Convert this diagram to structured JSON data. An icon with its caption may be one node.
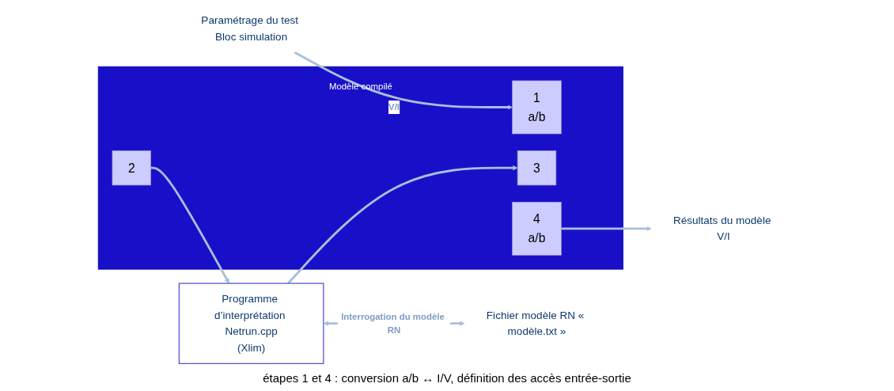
{
  "diagram": {
    "caption": "étapes 1 et 4 : conversion a/b ↔ I/V, définition des accès entrée-sortie",
    "nodes": [
      {
        "text": [
          "Fichier modèle RN « modèle.txt »"
        ]
      },
      {
        "text": [
          "Programme d’interprétation Netrun.cpp",
          "(Xlim)"
        ]
      },
      {
        "text": [
          "Modèle compilé"
        ]
      },
      {
        "text": [
          "1",
          "a/b"
        ],
        "in": 2
      },
      {
        "text": [
          "2"
        ],
        "in": 2
      },
      {
        "text": [
          "3"
        ],
        "in": 2
      },
      {
        "text": [
          "4",
          "a/b"
        ],
        "in": 2
      },
      {
        "text": [
          "Paramétrage du test Bloc simulation"
        ]
      },
      {
        "text": [
          "Résultats du modèle V/I"
        ]
      }
    ],
    "edges": [
      {
        "from": 1,
        "to": 0,
        "arrow": "both",
        "label": "Interrogation du modèle RN"
      },
      {
        "from": 4,
        "to": 1,
        "arrow": "to"
      },
      {
        "from": 1,
        "to": 5,
        "arrow": "to"
      },
      {
        "from": 7,
        "to": 3,
        "arrow": "to",
        "label": "V/I"
      },
      {
        "from": 6,
        "to": 8,
        "arrow": "to"
      }
    ]
  }
}
